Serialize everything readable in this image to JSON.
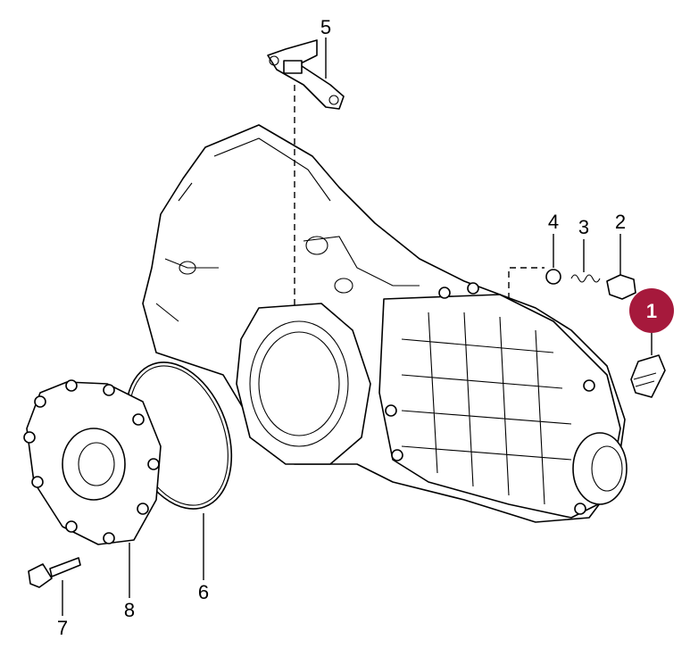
{
  "diagram": {
    "highlight_color": "#a6193c",
    "callouts": [
      {
        "number": "1",
        "highlighted": true
      },
      {
        "number": "2",
        "highlighted": false
      },
      {
        "number": "3",
        "highlighted": false
      },
      {
        "number": "4",
        "highlighted": false
      },
      {
        "number": "5",
        "highlighted": false
      },
      {
        "number": "6",
        "highlighted": false
      },
      {
        "number": "7",
        "highlighted": false
      },
      {
        "number": "8",
        "highlighted": false
      }
    ]
  }
}
